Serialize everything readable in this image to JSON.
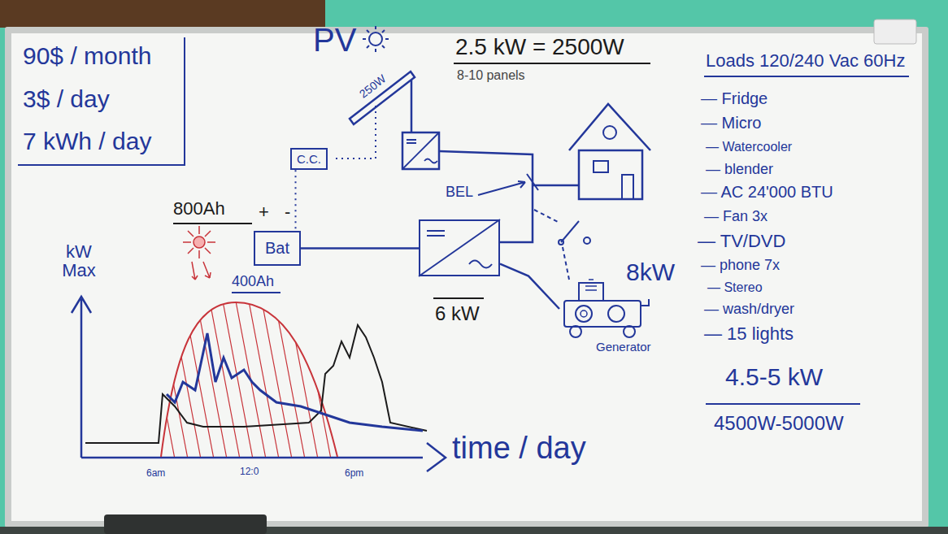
{
  "diagram": {
    "nodes": [
      {
        "text": [
          "90$ / month",
          "3$ / day",
          "7 kWh / day"
        ]
      },
      {
        "text": [
          "C.C."
        ]
      },
      {
        "text": [
          "Bat"
        ]
      },
      {
        "text": [
          "6 kW"
        ]
      },
      {
        "text": [
          "8kW",
          "Generator"
        ]
      }
    ],
    "edges": [
      {
        "from": 1,
        "to": 2,
        "arrow": "none"
      },
      {
        "from": 2,
        "to": 3,
        "arrow": "none"
      },
      {
        "from": 3,
        "to": 4,
        "arrow": "none"
      }
    ],
    "labels": [
      "PV",
      "250W",
      "2.5 kW = 2500W",
      "8-10 panels",
      "Loads 120/240 Vac 60Hz",
      "— Fridge",
      "— Micro",
      "— Watercooler",
      "— blender",
      "— AC 24'000 BTU",
      "— Fan 3x",
      "— TV/DVD",
      "— phone 7x",
      "— Stereo",
      "— wash/dryer",
      "— 15 lights",
      "4.5-5 kW",
      "4500W-5000W",
      "BEL",
      "800Ah",
      "+",
      "-",
      "400Ah",
      "kW Max",
      "6am",
      "12:0",
      "6pm",
      "time / day"
    ]
  }
}
